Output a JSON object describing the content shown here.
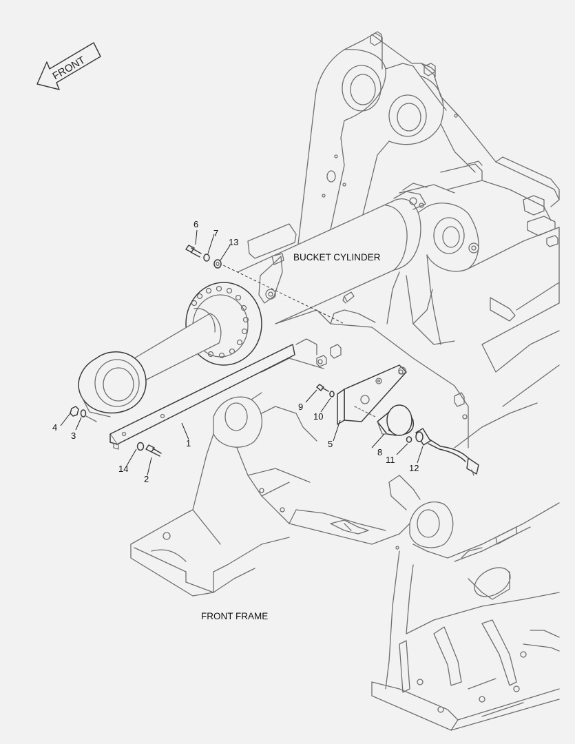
{
  "front_arrow": {
    "label": "FRONT"
  },
  "labels": {
    "bucket_cylinder": "BUCKET CYLINDER",
    "front_frame": "FRONT FRAME"
  },
  "callouts": [
    "1",
    "2",
    "3",
    "4",
    "5",
    "6",
    "7",
    "8",
    "9",
    "10",
    "11",
    "12",
    "13",
    "14"
  ]
}
